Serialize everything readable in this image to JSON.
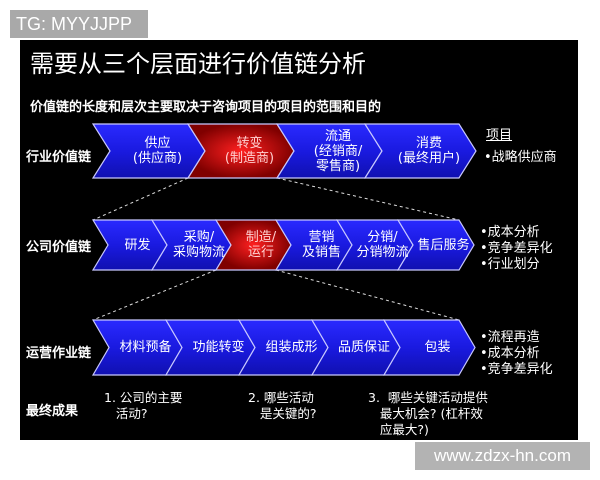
{
  "watermarks": {
    "tg": "TG: MYYJJPP",
    "site": "www.zdzx-hn.com"
  },
  "title": "需要从三个层面进行价值链分析",
  "subtitle": "价值链的长度和层次主要取决于咨询项目的项目的范围和目的",
  "colors": {
    "blue": "#1a1ae0",
    "red": "#cc0000",
    "outline": "#c8c8ff"
  },
  "industry": {
    "label": "行业价值链",
    "segments": [
      "供应\n(供应商)",
      "转变\n(制造商)",
      "流通\n(经销商/\n零售商)",
      "消费\n(最终用户)"
    ],
    "side_title": "项目",
    "side": [
      "•战略供应商"
    ]
  },
  "company": {
    "label": "公司价值链",
    "segments": [
      "研发",
      "采购/\n采购物流",
      "制造/\n运行",
      "营销\n及销售",
      "分销/\n分销物流",
      "售后服务"
    ],
    "side": [
      "•成本分析",
      "•竞争差异化",
      "•行业划分"
    ]
  },
  "operations": {
    "label": "运营作业链",
    "segments": [
      "材料预备",
      "功能转变",
      "组装成形",
      "品质保证",
      "包装"
    ],
    "side": [
      "•流程再造",
      "•成本分析",
      "•竞争差异化"
    ]
  },
  "outcome": {
    "label": "最终成果",
    "items": [
      "1. 公司的主要\n   活动?",
      "2. 哪些活动\n   是关键的?",
      "3.  哪些关键活动提供\n   最大机会? (杠杆效\n   应最大?)"
    ]
  }
}
